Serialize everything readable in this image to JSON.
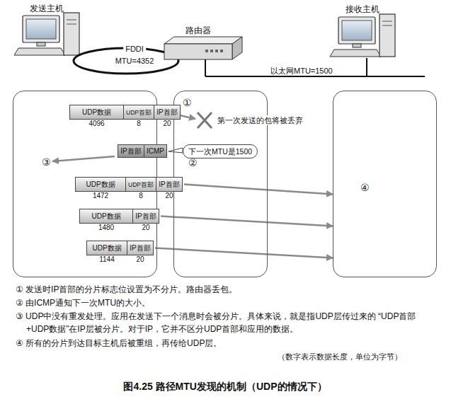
{
  "diagram": {
    "caption": "图4.25 路径MTU发现的机制（UDP的情况下）",
    "nodes": [
      {
        "text": [
          "③"
        ]
      },
      {
        "text": [
          "①",
          "②"
        ]
      },
      {
        "text": [
          "④"
        ]
      },
      {
        "text": [
          "UDP数据",
          "4096"
        ]
      },
      {
        "text": [
          "UDP首部",
          "8"
        ]
      },
      {
        "text": [
          "IP首部",
          "20"
        ]
      },
      {
        "text": [
          "IP首部"
        ]
      },
      {
        "text": [
          "ICMP"
        ]
      },
      {
        "text": [
          "下一次MTU是1500"
        ],
        "in": 1
      },
      {
        "text": [
          "UDP数据",
          "1472"
        ]
      },
      {
        "text": [
          "UDP首部",
          "8"
        ]
      },
      {
        "text": [
          "IP首部",
          "20"
        ]
      },
      {
        "text": [
          "UDP数据",
          "1480"
        ]
      },
      {
        "text": [
          "IP首部",
          "20"
        ]
      },
      {
        "text": [
          "UDP数据",
          "1144"
        ]
      },
      {
        "text": [
          "IP首部",
          "20"
        ]
      }
    ],
    "edges": [
      {
        "from": 11,
        "to": 2,
        "arrow": "to"
      },
      {
        "from": 13,
        "to": 2,
        "arrow": "to"
      },
      {
        "from": 15,
        "to": 2,
        "arrow": "to"
      }
    ],
    "labels": [
      "发送主机",
      "路由器",
      "接收主机",
      "FDDI",
      "MTU=4352",
      "以太网MTU=1500",
      "第一次发送的包将被丢弃",
      "① 发送时IP首部的分片标志位设置为不分片。路由器丢包。",
      "② 由ICMP通知下一次MTU的大小。",
      "③ UDP中没有重发处理。应用在发送下一个消息时会被分片。具体来说，就是指UDP层传过来的 “UDP首部+UDP数据”在IP层被分片。对于IP，它并不区分UDP首部和应用的数据。",
      "④ 所有的分片到达目标主机后被重组，再传给UDP层。",
      "（数字表示数据长度，单位为字节）"
    ]
  }
}
